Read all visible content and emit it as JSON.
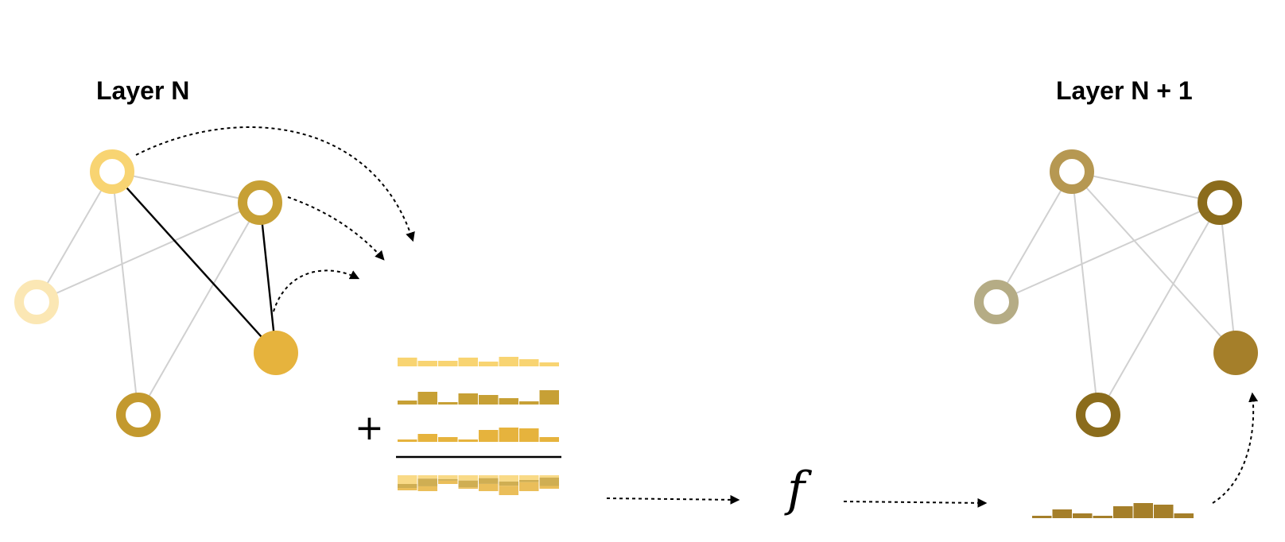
{
  "titles": {
    "left": "Layer N",
    "right": "Layer N + 1"
  },
  "operators": {
    "plus": "+",
    "function": "f"
  },
  "colors": {
    "left_nodes": {
      "top_left": "#f8d472",
      "top_right": "#c7a035",
      "mid_left": "#fbe7b4",
      "bottom_left": "#c3992e",
      "target": "#e6b33d"
    },
    "right_nodes": {
      "top_left": "#b69852",
      "top_right": "#8b6c1c",
      "mid_left": "#b5ac85",
      "bottom_left": "#8b6c1c",
      "target": "#a57f2a"
    },
    "messages": [
      "#f8d472",
      "#c7a035",
      "#e6b33d"
    ],
    "result_bar": "#a57f2a",
    "active_edge": "#000000",
    "inactive_edge": "#d0d0d0"
  },
  "message_vectors": [
    [
      0.55,
      0.35,
      0.35,
      0.55,
      0.3,
      0.6,
      0.45,
      0.25
    ],
    [
      0.25,
      0.8,
      0.15,
      0.7,
      0.6,
      0.4,
      0.2,
      0.9
    ],
    [
      0.15,
      0.5,
      0.3,
      0.15,
      0.75,
      0.9,
      0.85,
      0.3
    ]
  ],
  "aggregated_vector": [
    0.95,
    1.0,
    0.55,
    0.85,
    1.0,
    1.25,
    1.0,
    0.85
  ],
  "output_vector": [
    0.15,
    0.55,
    0.3,
    0.15,
    0.75,
    0.95,
    0.85,
    0.3
  ]
}
